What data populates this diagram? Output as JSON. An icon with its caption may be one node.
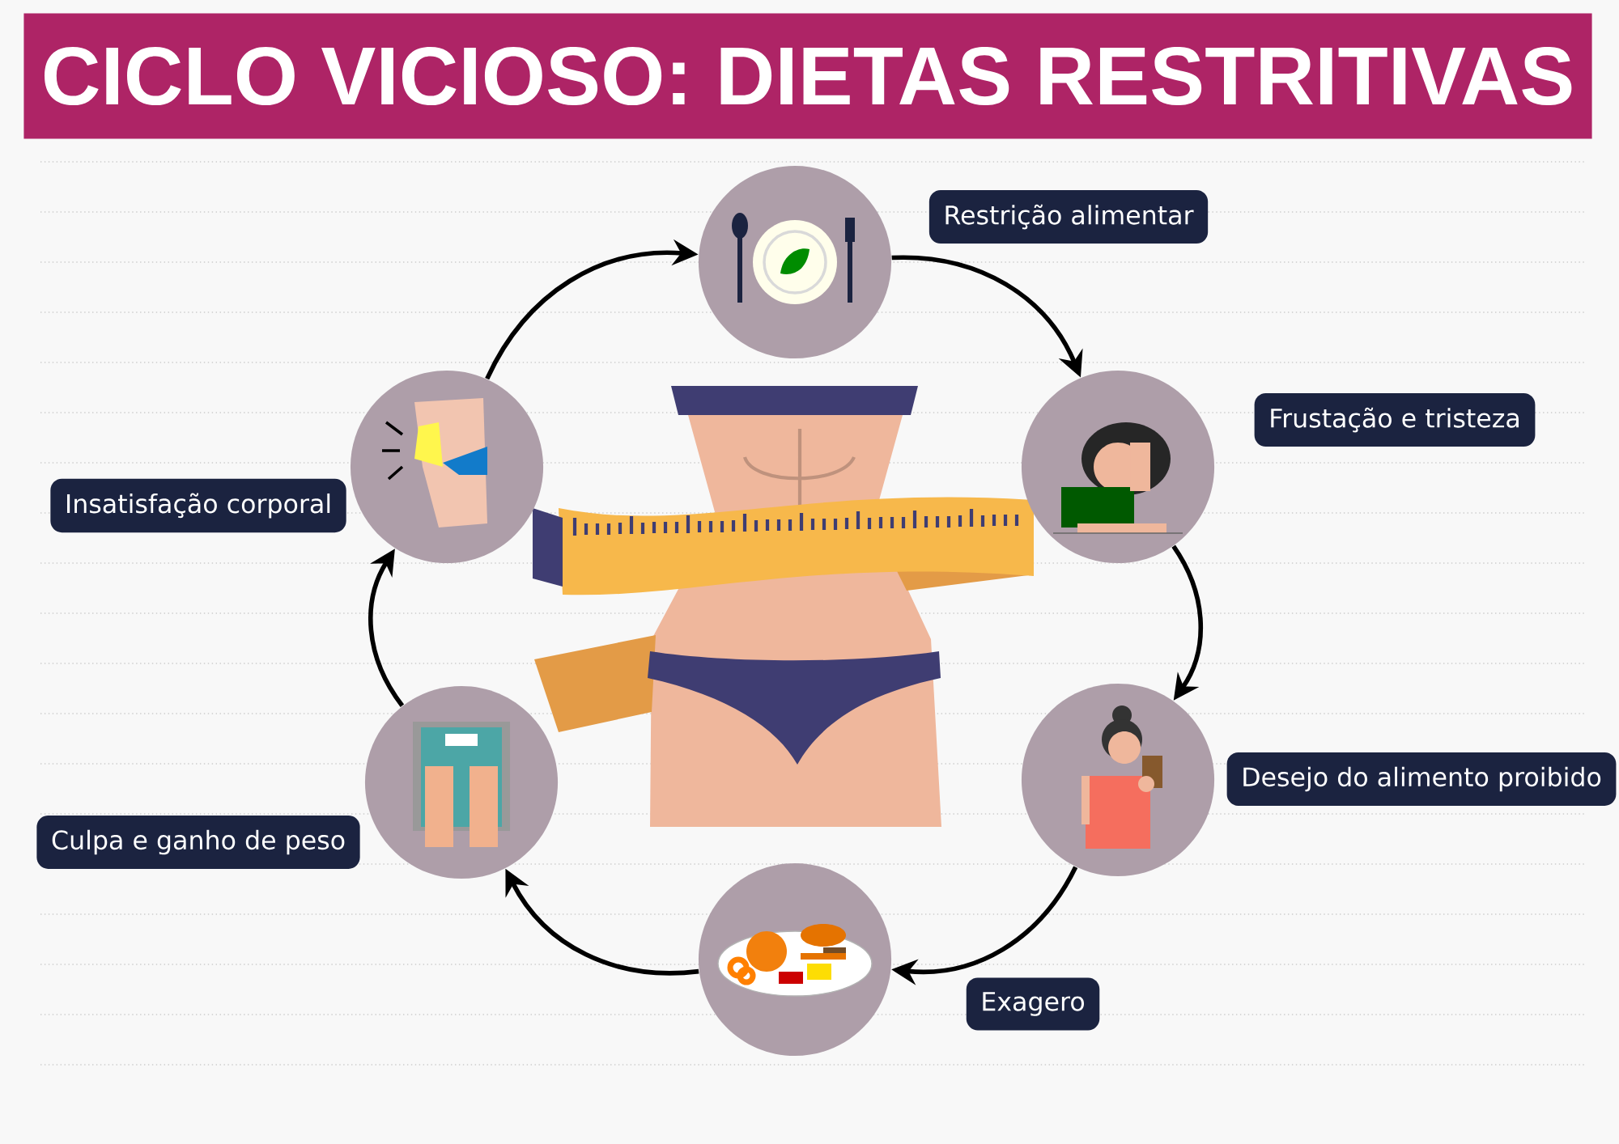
{
  "diagram": {
    "title": "CICLO VICIOSO: DIETAS RESTRITIVAS",
    "nodes": [
      {
        "text": [],
        "shape": "picture",
        "beside": [
          "Restrição alimentar"
        ]
      },
      {
        "text": [],
        "shape": "picture",
        "beside": [
          "Frustação e tristeza"
        ]
      },
      {
        "text": [],
        "shape": "picture",
        "beside": [
          "Desejo do alimento proibido"
        ]
      },
      {
        "text": [],
        "shape": "picture",
        "beside": [
          "Exagero"
        ]
      },
      {
        "text": [],
        "shape": "picture",
        "beside": [
          "Culpa e ganho de peso"
        ]
      },
      {
        "text": [],
        "shape": "picture",
        "beside": [
          "Insatisfação corporal"
        ]
      }
    ],
    "edges": [
      {
        "from": 0,
        "to": 1,
        "arrow": "to"
      },
      {
        "from": 1,
        "to": 2,
        "arrow": "to"
      },
      {
        "from": 2,
        "to": 3,
        "arrow": "to"
      },
      {
        "from": 3,
        "to": 4,
        "arrow": "to"
      },
      {
        "from": 4,
        "to": 5,
        "arrow": "to"
      },
      {
        "from": 5,
        "to": 0,
        "arrow": "to"
      }
    ]
  }
}
